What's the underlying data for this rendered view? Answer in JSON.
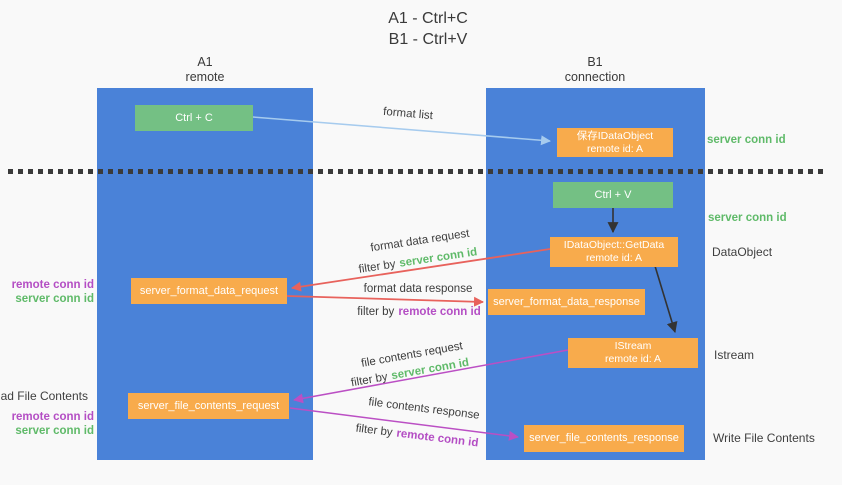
{
  "title": {
    "line1": "A1 - Ctrl+C",
    "line2": "B1 - Ctrl+V"
  },
  "lanes": {
    "left": {
      "name": "A1",
      "subtitle": "remote"
    },
    "right": {
      "name": "B1",
      "subtitle": "connection"
    }
  },
  "boxes": {
    "ctrl_c": "Ctrl + C",
    "ctrl_v": "Ctrl + V",
    "save_idataobject": {
      "line1": "保存IDataObject",
      "line2": "remote id: A"
    },
    "getdata": {
      "line1": "IDataObject::GetData",
      "line2": "remote id: A"
    },
    "istream": {
      "line1": "IStream",
      "line2": "remote id: A"
    },
    "server_format_data_request": "server_format_data_request",
    "server_format_data_response": "server_format_data_response",
    "server_file_contents_request": "server_file_contents_request",
    "server_file_contents_response": "server_file_contents_response"
  },
  "flow_labels": {
    "format_list": "format list",
    "format_request_line": "format data request",
    "format_request_filter": {
      "prefix": "filter by",
      "key": "server conn id"
    },
    "format_response_line": "format data response",
    "format_response_filter": {
      "prefix": "filter by",
      "key": "remote conn id"
    },
    "file_request_line": "file contents request",
    "file_request_filter": {
      "prefix": "filter by",
      "key": "server conn id"
    },
    "file_response_line": "file contents response",
    "file_response_filter": {
      "prefix": "filter by",
      "key": "remote conn id"
    }
  },
  "side_labels": {
    "right": [
      {
        "text": "server conn id"
      },
      {
        "text": "server conn id"
      },
      {
        "text": "DataObject"
      },
      {
        "text": "Istream"
      },
      {
        "text": "Write File Contents"
      }
    ],
    "left": [
      {
        "text": "remote conn id"
      },
      {
        "text": "server conn id"
      },
      {
        "text": "Read File Contents"
      },
      {
        "text": "remote conn id"
      },
      {
        "text": "server conn id"
      }
    ]
  },
  "colors": {
    "lane_blue": "#4a82d8",
    "box_green": "#74c084",
    "box_orange": "#f8ab4c",
    "text_green": "#5fba69",
    "text_purple": "#b44ec4",
    "arrow_blue": "#a6cbee",
    "arrow_red": "#e8625c",
    "arrow_purple": "#bb4fc4",
    "arrow_black": "#333333",
    "background": "#f9f9f9"
  }
}
